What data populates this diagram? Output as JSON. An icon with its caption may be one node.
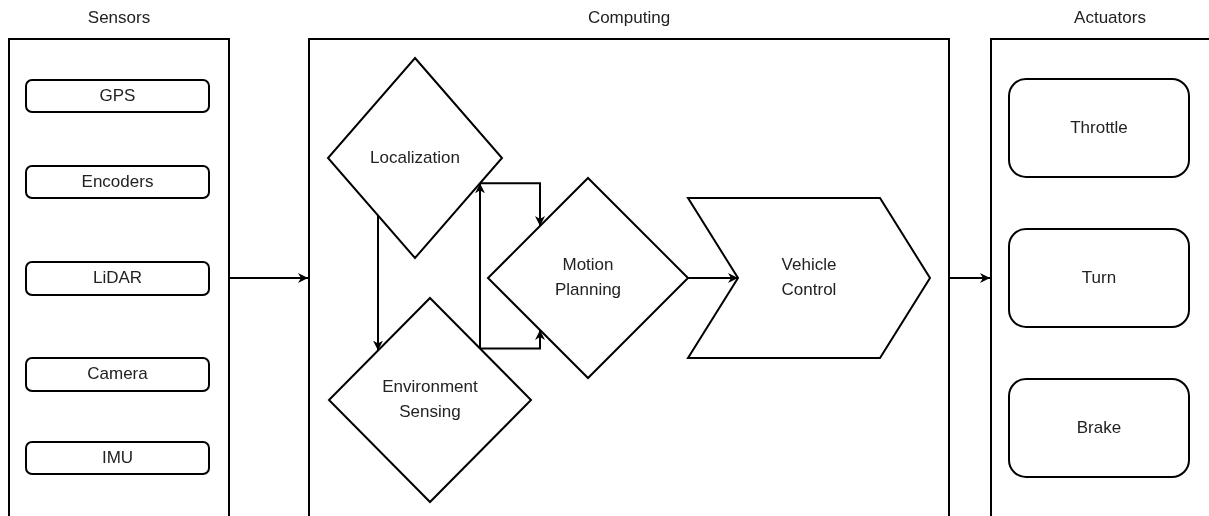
{
  "diagram": {
    "nodes": [
      {
        "text": [
          "Sensors"
        ]
      },
      {
        "text": [
          "GPS"
        ],
        "in": 0
      },
      {
        "text": [
          "Encoders"
        ],
        "in": 0
      },
      {
        "text": [
          "LiDAR"
        ],
        "in": 0
      },
      {
        "text": [
          "Camera"
        ],
        "in": 0
      },
      {
        "text": [
          "IMU"
        ],
        "in": 0
      },
      {
        "text": [
          "Computing"
        ]
      },
      {
        "text": [
          "Localization"
        ],
        "in": 6
      },
      {
        "text": [
          "Environment Sensing"
        ],
        "in": 6
      },
      {
        "text": [
          "Motion Planning"
        ],
        "in": 6
      },
      {
        "text": [
          "Vehicle Control"
        ],
        "in": 6
      },
      {
        "text": [
          "Actuators"
        ]
      },
      {
        "text": [
          "Throttle"
        ],
        "in": 11
      },
      {
        "text": [
          "Turn"
        ],
        "in": 11
      },
      {
        "text": [
          "Brake"
        ],
        "in": 11
      }
    ],
    "edges": [
      {
        "from": 0,
        "to": 6,
        "arrow": "to"
      },
      {
        "from": 7,
        "to": 8,
        "arrow": "to"
      },
      {
        "from": 8,
        "to": 7,
        "arrow": "to"
      },
      {
        "from": 7,
        "to": 9,
        "arrow": "to"
      },
      {
        "from": 8,
        "to": 9,
        "arrow": "to"
      },
      {
        "from": 9,
        "to": 10,
        "arrow": "to"
      },
      {
        "from": 6,
        "to": 11,
        "arrow": "to"
      }
    ]
  }
}
